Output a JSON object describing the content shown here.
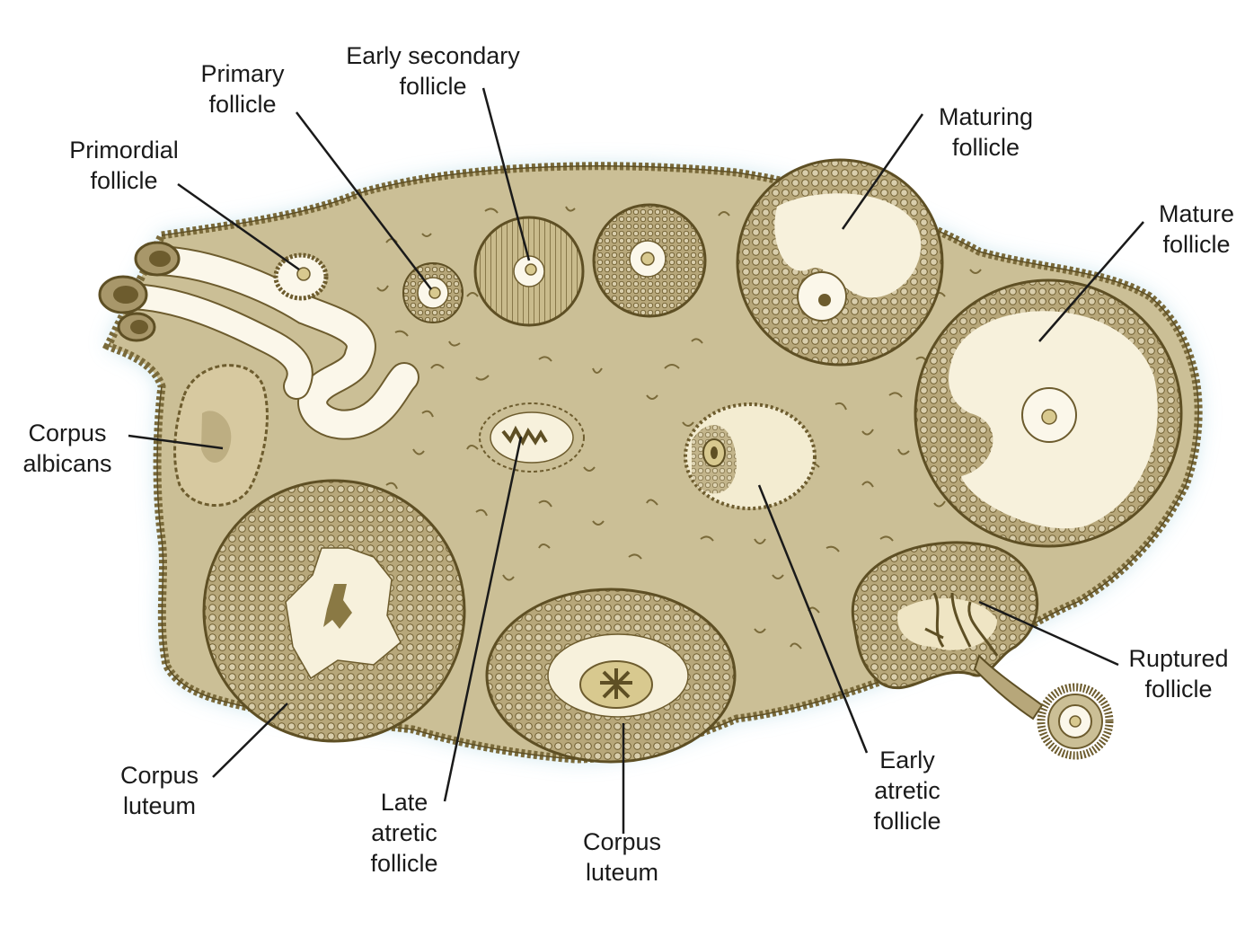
{
  "labels": {
    "primordial_follicle": [
      "Primordial",
      "follicle"
    ],
    "primary_follicle": [
      "Primary",
      "follicle"
    ],
    "early_secondary_follicle": [
      "Early secondary",
      "follicle"
    ],
    "maturing_follicle": [
      "Maturing",
      "follicle"
    ],
    "mature_follicle": [
      "Mature",
      "follicle"
    ],
    "corpus_albicans": [
      "Corpus",
      "albicans"
    ],
    "ruptured_follicle": [
      "Ruptured",
      "follicle"
    ],
    "corpus_luteum_left": [
      "Corpus",
      "luteum"
    ],
    "late_atretic_follicle": [
      "Late",
      "atretic",
      "follicle"
    ],
    "corpus_luteum_bottom": [
      "Corpus",
      "luteum"
    ],
    "early_atretic_follicle": [
      "Early",
      "atretic",
      "follicle"
    ]
  },
  "colors": {
    "stroma": "#cbbf96",
    "stroma_outline": "#7a6a3a",
    "halo": "#cfe6ee",
    "antrum": "#f7f1dc",
    "granulosa": "#a8976a",
    "cell_outline": "#6d5c2e",
    "leader_line": "#1a1a1a"
  }
}
